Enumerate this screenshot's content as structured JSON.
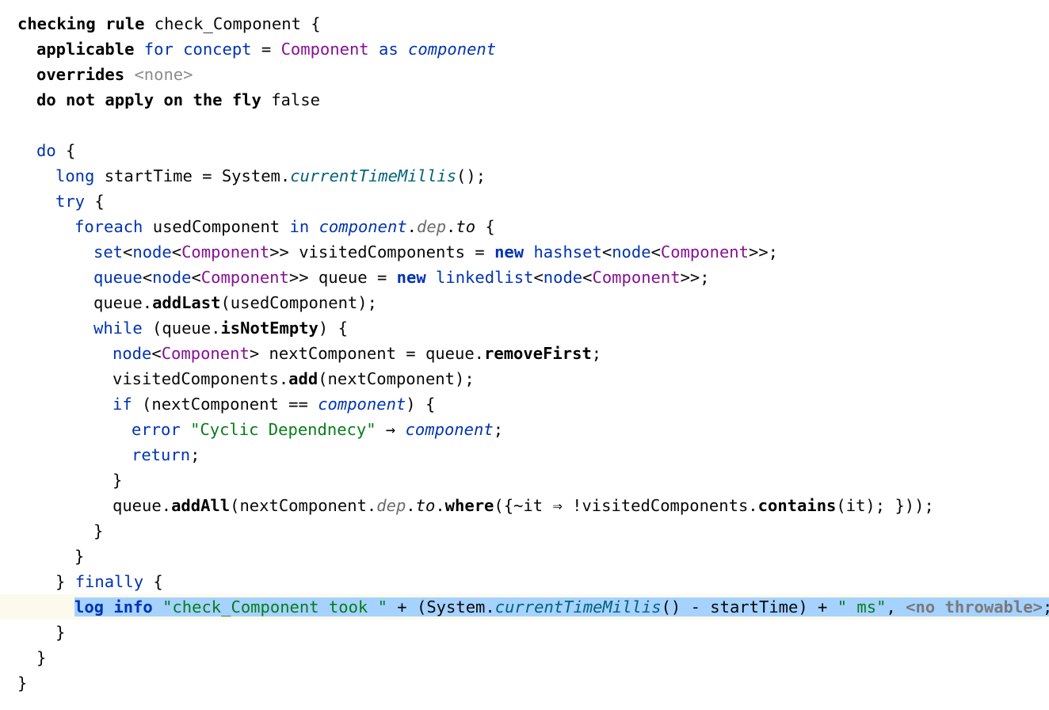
{
  "editor": {
    "lines": [
      {
        "indent": 0,
        "tokens": [
          {
            "t": "checking rule",
            "c": "kw-b"
          },
          {
            "t": " check_Component {",
            "c": "plain"
          }
        ]
      },
      {
        "indent": 1,
        "tokens": [
          {
            "t": "applicable",
            "c": "kw-b"
          },
          {
            "t": " ",
            "c": "plain"
          },
          {
            "t": "for concept",
            "c": "kw"
          },
          {
            "t": " = ",
            "c": "plain"
          },
          {
            "t": "Component",
            "c": "concept"
          },
          {
            "t": " ",
            "c": "plain"
          },
          {
            "t": "as",
            "c": "kw"
          },
          {
            "t": " ",
            "c": "plain"
          },
          {
            "t": "component",
            "c": "ital-blue"
          }
        ]
      },
      {
        "indent": 1,
        "tokens": [
          {
            "t": "overrides",
            "c": "kw-b"
          },
          {
            "t": " ",
            "c": "plain"
          },
          {
            "t": "<none>",
            "c": "gray"
          }
        ]
      },
      {
        "indent": 1,
        "tokens": [
          {
            "t": "do not apply on the fly",
            "c": "kw-b"
          },
          {
            "t": " false",
            "c": "plain"
          }
        ]
      },
      {
        "indent": 0,
        "tokens": []
      },
      {
        "indent": 1,
        "tokens": [
          {
            "t": "do",
            "c": "kw"
          },
          {
            "t": " {",
            "c": "plain"
          }
        ]
      },
      {
        "indent": 2,
        "tokens": [
          {
            "t": "long",
            "c": "kw"
          },
          {
            "t": " startTime = System.",
            "c": "plain"
          },
          {
            "t": "currentTimeMillis",
            "c": "ital-teal"
          },
          {
            "t": "();",
            "c": "plain"
          }
        ]
      },
      {
        "indent": 2,
        "tokens": [
          {
            "t": "try",
            "c": "kw"
          },
          {
            "t": " {",
            "c": "plain"
          }
        ]
      },
      {
        "indent": 3,
        "tokens": [
          {
            "t": "foreach",
            "c": "kw"
          },
          {
            "t": " usedComponent ",
            "c": "plain"
          },
          {
            "t": "in",
            "c": "kw"
          },
          {
            "t": " ",
            "c": "plain"
          },
          {
            "t": "component",
            "c": "ital-blue"
          },
          {
            "t": ".",
            "c": "plain"
          },
          {
            "t": "dep",
            "c": "ital-gray"
          },
          {
            "t": ".",
            "c": "plain"
          },
          {
            "t": "to",
            "c": "ital-dark"
          },
          {
            "t": " {",
            "c": "plain"
          }
        ]
      },
      {
        "indent": 4,
        "tokens": [
          {
            "t": "set",
            "c": "kw"
          },
          {
            "t": "<",
            "c": "plain"
          },
          {
            "t": "node",
            "c": "kw"
          },
          {
            "t": "<",
            "c": "plain"
          },
          {
            "t": "Component",
            "c": "concept"
          },
          {
            "t": ">> visitedComponents = ",
            "c": "plain"
          },
          {
            "t": "new",
            "c": "kw-bb"
          },
          {
            "t": " ",
            "c": "plain"
          },
          {
            "t": "hashset",
            "c": "kw"
          },
          {
            "t": "<",
            "c": "plain"
          },
          {
            "t": "node",
            "c": "kw"
          },
          {
            "t": "<",
            "c": "plain"
          },
          {
            "t": "Component",
            "c": "concept"
          },
          {
            "t": ">>;",
            "c": "plain"
          }
        ]
      },
      {
        "indent": 4,
        "tokens": [
          {
            "t": "queue",
            "c": "kw"
          },
          {
            "t": "<",
            "c": "plain"
          },
          {
            "t": "node",
            "c": "kw"
          },
          {
            "t": "<",
            "c": "plain"
          },
          {
            "t": "Component",
            "c": "concept"
          },
          {
            "t": ">> queue = ",
            "c": "plain"
          },
          {
            "t": "new",
            "c": "kw-bb"
          },
          {
            "t": " ",
            "c": "plain"
          },
          {
            "t": "linkedlist",
            "c": "kw"
          },
          {
            "t": "<",
            "c": "plain"
          },
          {
            "t": "node",
            "c": "kw"
          },
          {
            "t": "<",
            "c": "plain"
          },
          {
            "t": "Component",
            "c": "concept"
          },
          {
            "t": ">>;",
            "c": "plain"
          }
        ]
      },
      {
        "indent": 4,
        "tokens": [
          {
            "t": "queue.",
            "c": "plain"
          },
          {
            "t": "addLast",
            "c": "meth-b"
          },
          {
            "t": "(usedComponent);",
            "c": "plain"
          }
        ]
      },
      {
        "indent": 4,
        "tokens": [
          {
            "t": "while",
            "c": "kw"
          },
          {
            "t": " (queue.",
            "c": "plain"
          },
          {
            "t": "isNotEmpty",
            "c": "meth-b"
          },
          {
            "t": ") {",
            "c": "plain"
          }
        ]
      },
      {
        "indent": 5,
        "tokens": [
          {
            "t": "node",
            "c": "kw"
          },
          {
            "t": "<",
            "c": "plain"
          },
          {
            "t": "Component",
            "c": "concept"
          },
          {
            "t": "> nextComponent = queue.",
            "c": "plain"
          },
          {
            "t": "removeFirst",
            "c": "meth-b"
          },
          {
            "t": ";",
            "c": "plain"
          }
        ]
      },
      {
        "indent": 5,
        "tokens": [
          {
            "t": "visitedComponents.",
            "c": "plain"
          },
          {
            "t": "add",
            "c": "meth-b"
          },
          {
            "t": "(nextComponent);",
            "c": "plain"
          }
        ]
      },
      {
        "indent": 5,
        "tokens": [
          {
            "t": "if",
            "c": "kw"
          },
          {
            "t": " (nextComponent == ",
            "c": "plain"
          },
          {
            "t": "component",
            "c": "ital-blue"
          },
          {
            "t": ") {",
            "c": "plain"
          }
        ]
      },
      {
        "indent": 6,
        "tokens": [
          {
            "t": "error",
            "c": "kw"
          },
          {
            "t": " ",
            "c": "plain"
          },
          {
            "t": "\"Cyclic Dependnecy\"",
            "c": "str"
          },
          {
            "t": " → ",
            "c": "plain"
          },
          {
            "t": "component",
            "c": "ital-blue"
          },
          {
            "t": ";",
            "c": "plain"
          }
        ]
      },
      {
        "indent": 6,
        "tokens": [
          {
            "t": "return",
            "c": "kw"
          },
          {
            "t": ";",
            "c": "plain"
          }
        ]
      },
      {
        "indent": 5,
        "tokens": [
          {
            "t": "}",
            "c": "plain"
          }
        ]
      },
      {
        "indent": 5,
        "tokens": [
          {
            "t": "queue.",
            "c": "plain"
          },
          {
            "t": "addAll",
            "c": "meth-b"
          },
          {
            "t": "(nextComponent.",
            "c": "plain"
          },
          {
            "t": "dep",
            "c": "ital-gray"
          },
          {
            "t": ".",
            "c": "plain"
          },
          {
            "t": "to",
            "c": "ital-dark"
          },
          {
            "t": ".",
            "c": "plain"
          },
          {
            "t": "where",
            "c": "meth-b"
          },
          {
            "t": "({~it ⇒ !visitedComponents.",
            "c": "plain"
          },
          {
            "t": "contains",
            "c": "meth-b"
          },
          {
            "t": "(it); }));",
            "c": "plain"
          }
        ]
      },
      {
        "indent": 4,
        "tokens": [
          {
            "t": "}",
            "c": "plain"
          }
        ]
      },
      {
        "indent": 3,
        "tokens": [
          {
            "t": "}",
            "c": "plain"
          }
        ]
      },
      {
        "indent": 2,
        "tokens": [
          {
            "t": "} ",
            "c": "plain"
          },
          {
            "t": "finally",
            "c": "kw"
          },
          {
            "t": " {",
            "c": "plain"
          }
        ]
      },
      {
        "indent": 3,
        "current": true,
        "selected": true,
        "tokens": [
          {
            "t": "log",
            "c": "sel-kw"
          },
          {
            "t": " ",
            "c": "plain"
          },
          {
            "t": "info",
            "c": "sel-kw"
          },
          {
            "t": " ",
            "c": "plain"
          },
          {
            "t": "\"check_Component took \"",
            "c": "str"
          },
          {
            "t": " + (System.",
            "c": "plain"
          },
          {
            "t": "currentTimeMillis",
            "c": "ital-teal"
          },
          {
            "t": "() - startTime) + ",
            "c": "plain"
          },
          {
            "t": "\" ms\"",
            "c": "str"
          },
          {
            "t": ", ",
            "c": "plain"
          },
          {
            "t": "<no throwable>",
            "c": "sel-gray"
          },
          {
            "t": ";",
            "c": "plain"
          }
        ]
      },
      {
        "indent": 2,
        "tokens": [
          {
            "t": "}",
            "c": "plain"
          }
        ]
      },
      {
        "indent": 1,
        "tokens": [
          {
            "t": "}",
            "c": "plain"
          }
        ]
      },
      {
        "indent": 0,
        "tokens": [
          {
            "t": "}",
            "c": "plain"
          }
        ]
      }
    ]
  }
}
